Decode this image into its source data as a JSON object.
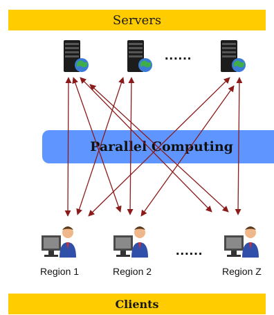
{
  "servers_band": {
    "label": "Servers"
  },
  "clients_band": {
    "label": "Clients"
  },
  "parallel_computing": {
    "label": "Parallel Computing"
  },
  "server_ellipsis": "......",
  "client_ellipsis": "......",
  "regions": [
    {
      "label": "Region 1"
    },
    {
      "label": "Region 2"
    },
    {
      "label": "Region Z"
    }
  ],
  "colors": {
    "band": "#ffcc00",
    "parallel_bar": "#5f95ff",
    "arrow": "#8b1a1a"
  }
}
